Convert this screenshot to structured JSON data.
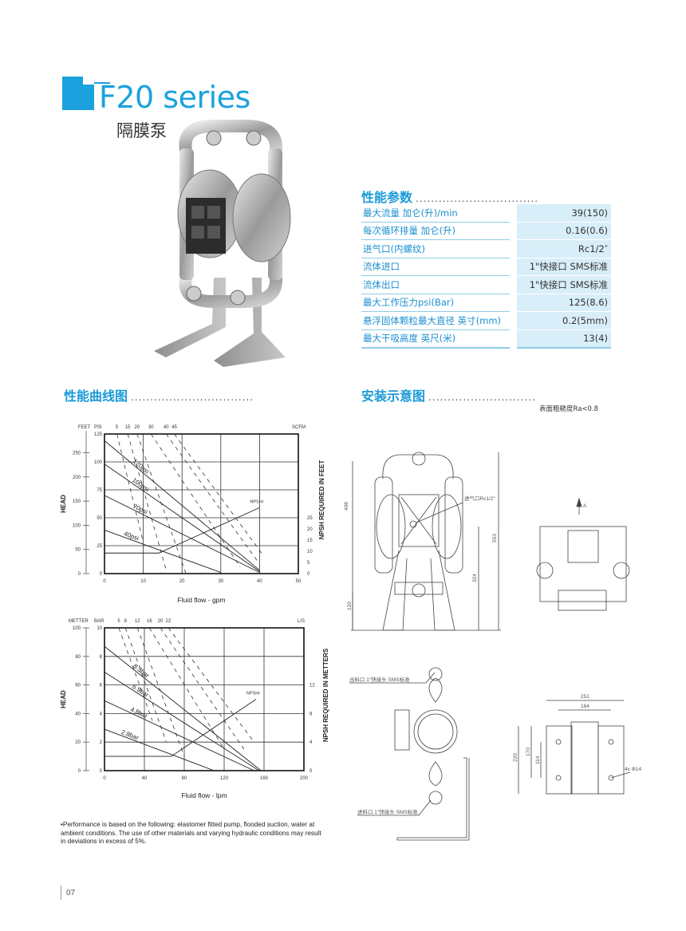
{
  "header": {
    "title": "F20 series",
    "subtitle": "隔膜泵"
  },
  "specs": {
    "heading": "性能参数",
    "dots": "................................",
    "rows": [
      {
        "label": "最大流量 加仑(升)/min",
        "value": "39(150)"
      },
      {
        "label": "每次循环排量 加仑(升)",
        "value": "0.16(0.6)"
      },
      {
        "label": "进气口(内螺纹)",
        "value": "Rc1/2″"
      },
      {
        "label": "流体进口",
        "value": "1\"快接口 SMS标准"
      },
      {
        "label": "流体出口",
        "value": "1\"快接口 SMS标准"
      },
      {
        "label": "最大工作压力psi(Bar)",
        "value": "125(8.6)"
      },
      {
        "label": "悬浮固体颗粒最大直径 英寸(mm)",
        "value": "0.2(5mm)"
      },
      {
        "label": "最大干吸高度 英尺(米)",
        "value": "13(4)"
      }
    ]
  },
  "curves_section": {
    "heading": "性能曲线图",
    "dots": "................................"
  },
  "install_section": {
    "heading": "安装示意图",
    "dots": "............................",
    "roughness": "表面粗糙度Ra<0.8",
    "labels": {
      "air_inlet": "进气口Rc1/2\"",
      "outlet": "出料口 1\"快接头 SMS标准",
      "inlet": "进料口 1\"快接头 SMS标准",
      "holes": "4x Φ14",
      "view_a": "A"
    },
    "dims": [
      "408",
      "553",
      "324",
      "120",
      "251",
      "164",
      "220",
      "170",
      "114"
    ]
  },
  "chart_data": [
    {
      "type": "line",
      "title": "",
      "xlabel": "Fluid flow - gpm",
      "ylabel": "HEAD",
      "y2label": "NPSH REQUIRED IN FEET",
      "outer_axis_label": "FEET",
      "inner_axis_label": "PSI",
      "air_label": "SCFM",
      "xlim": [
        0,
        50
      ],
      "xticks": [
        0,
        10,
        20,
        30,
        40,
        50
      ],
      "ylim": [
        0,
        125
      ],
      "yticks": [
        0,
        25,
        50,
        75,
        100,
        125
      ],
      "outer_ticks": [
        0,
        50,
        100,
        150,
        200,
        250
      ],
      "outer_per_unit": 2.31,
      "npsh_ticks": [
        0,
        5,
        10,
        15,
        20,
        25
      ],
      "npsh_units_per_tick_unit": 2,
      "grid": true,
      "series": [
        {
          "name": "120psi",
          "points": [
            [
              0,
              119
            ],
            [
              40,
              3
            ]
          ]
        },
        {
          "name": "100psi",
          "points": [
            [
              0,
              98
            ],
            [
              40,
              2
            ]
          ]
        },
        {
          "name": "70psi",
          "points": [
            [
              0,
              70
            ],
            [
              40,
              1
            ]
          ]
        },
        {
          "name": "40psi",
          "points": [
            [
              0,
              39
            ],
            [
              30,
              1
            ]
          ]
        }
      ],
      "npsh": {
        "name": "NPSHr",
        "points": [
          [
            0,
            9.2
          ],
          [
            14,
            9.2
          ],
          [
            40,
            29.5
          ]
        ]
      },
      "air_curves": [
        {
          "label": "5",
          "points": [
            [
              3.2,
              125
            ],
            [
              10,
              28
            ]
          ]
        },
        {
          "label": "15",
          "points": [
            [
              6,
              125
            ],
            [
              16,
              2
            ]
          ]
        },
        {
          "label": "20",
          "points": [
            [
              8.4,
              125
            ],
            [
              21,
              0
            ]
          ]
        },
        {
          "label": "30",
          "points": [
            [
              12,
              125
            ],
            [
              35,
              6
            ]
          ]
        },
        {
          "label": "40",
          "points": [
            [
              15.9,
              125
            ],
            [
              39.5,
              11
            ]
          ]
        },
        {
          "label": "45",
          "points": [
            [
              18,
              125
            ],
            [
              41,
              16
            ]
          ]
        }
      ]
    },
    {
      "type": "line",
      "title": "",
      "xlabel": "Fluid flow - lpm",
      "ylabel": "HEAD",
      "y2label": "NPSH REQUIRED IN METTERS",
      "outer_axis_label": "METTER",
      "inner_axis_label": "BAR",
      "air_label": "L/S",
      "xlim": [
        0,
        200
      ],
      "xticks": [
        0,
        40,
        80,
        120,
        160,
        200
      ],
      "ylim": [
        0,
        10
      ],
      "yticks": [
        0,
        2,
        4,
        6,
        8,
        10
      ],
      "outer_ticks": [
        0,
        20,
        40,
        60,
        80,
        100
      ],
      "outer_per_unit": 10,
      "npsh_ticks": [
        0,
        4,
        8,
        12
      ],
      "npsh_units_per_tick_unit": 0.5,
      "grid": true,
      "series": [
        {
          "name": "8.3bar",
          "points": [
            [
              0,
              8.7
            ],
            [
              157,
              0
            ]
          ]
        },
        {
          "name": "6.9bar",
          "points": [
            [
              0,
              6.9
            ],
            [
              155,
              0
            ]
          ]
        },
        {
          "name": "4.8bar",
          "points": [
            [
              0,
              4.9
            ],
            [
              150,
              0
            ]
          ]
        },
        {
          "name": "2.8bar",
          "points": [
            [
              0,
              2.9
            ],
            [
              110,
              0
            ]
          ]
        }
      ],
      "npsh": {
        "name": "NPSHr",
        "points": [
          [
            0,
            2
          ],
          [
            67,
            2
          ],
          [
            152,
            10
          ]
        ]
      },
      "air_curves": [
        {
          "label": "5",
          "points": [
            [
              14.4,
              10
            ],
            [
              48,
              3.5
            ]
          ]
        },
        {
          "label": "8",
          "points": [
            [
              21,
              10
            ],
            [
              62,
              2
            ]
          ]
        },
        {
          "label": "12",
          "points": [
            [
              33,
              10
            ],
            [
              80,
              1
            ]
          ]
        },
        {
          "label": "16",
          "points": [
            [
              45,
              10
            ],
            [
              120,
              1.5
            ]
          ]
        },
        {
          "label": "20",
          "points": [
            [
              56,
              10
            ],
            [
              140,
              1.5
            ]
          ]
        },
        {
          "label": "22",
          "points": [
            [
              64,
              10
            ],
            [
              150,
              2
            ]
          ]
        }
      ]
    }
  ],
  "footnote": "•Performance is based on the following: elastomer fitted pump, flooded suction, water at ambient conditions. The use of other materials and varying hydraulic conditions may result in deviations in excess of 5%.",
  "page_number": "07",
  "colors": {
    "brand": "#1ba1dd",
    "table_value_bg": "#d8eef9"
  }
}
